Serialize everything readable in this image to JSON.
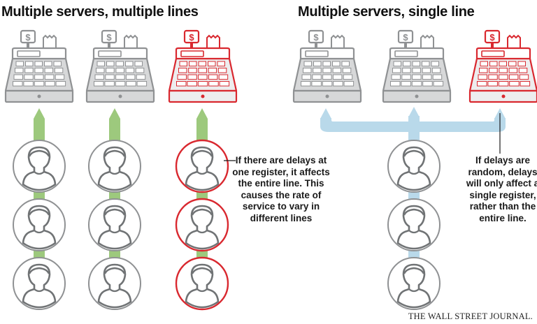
{
  "left_panel": {
    "title": "Multiple servers, multiple lines",
    "note": "If there are delays at one register, it affects the entire line. This causes the rate of service to vary in different lines"
  },
  "right_panel": {
    "title": "Multiple servers, single line",
    "note": "If delays are random, delays will only affect a single register, rather than the entire line."
  },
  "register_symbol": "$",
  "credit": "THE WALL STREET JOURNAL.",
  "colors": {
    "register_gray": "#8f9193",
    "register_fill": "#d7d8d9",
    "highlight_red": "#d9282f",
    "lane_green": "#9dc97d",
    "lane_blue": "#b9d9ea",
    "person_gray": "#737678"
  }
}
